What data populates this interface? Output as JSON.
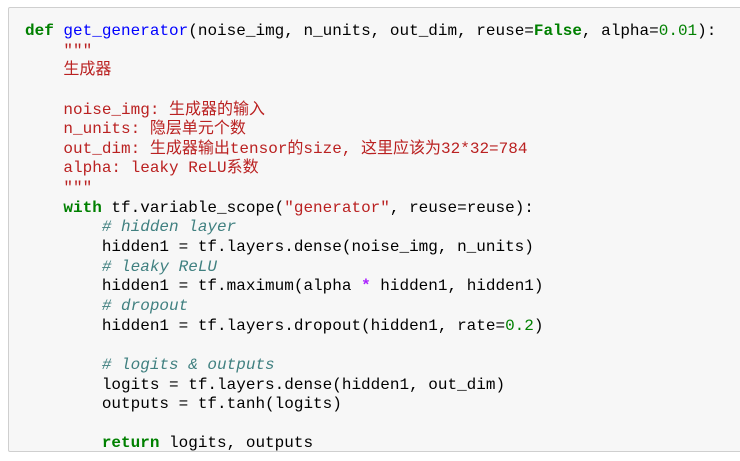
{
  "code_cell": {
    "lines": [
      [
        [
          "def",
          "kw"
        ],
        [
          " ",
          ""
        ],
        [
          "get_generator",
          "fn"
        ],
        [
          "(noise_img, n_units, out_dim, reuse=",
          ""
        ],
        [
          "False",
          "kw"
        ],
        [
          ", alpha=",
          ""
        ],
        [
          "0.01",
          "nm"
        ],
        [
          "):",
          ""
        ]
      ],
      [
        [
          "    ",
          ""
        ],
        [
          "\"\"\"",
          "st"
        ]
      ],
      [
        [
          "    ",
          ""
        ],
        [
          "生成器",
          "st"
        ]
      ],
      [
        [
          "",
          ""
        ]
      ],
      [
        [
          "    ",
          ""
        ],
        [
          "noise_img: 生成器的输入",
          "st"
        ]
      ],
      [
        [
          "    ",
          ""
        ],
        [
          "n_units: 隐层单元个数",
          "st"
        ]
      ],
      [
        [
          "    ",
          ""
        ],
        [
          "out_dim: 生成器输出tensor的size, 这里应该为32*32=784",
          "st"
        ]
      ],
      [
        [
          "    ",
          ""
        ],
        [
          "alpha: leaky ReLU系数",
          "st"
        ]
      ],
      [
        [
          "    ",
          ""
        ],
        [
          "\"\"\"",
          "st"
        ]
      ],
      [
        [
          "    ",
          ""
        ],
        [
          "with",
          "kw"
        ],
        [
          " tf.variable_scope(",
          ""
        ],
        [
          "\"generator\"",
          "st"
        ],
        [
          ", reuse=reuse):",
          ""
        ]
      ],
      [
        [
          "        ",
          ""
        ],
        [
          "# hidden layer",
          "cm"
        ]
      ],
      [
        [
          "        hidden1 = tf.layers.dense(noise_img, n_units)",
          ""
        ]
      ],
      [
        [
          "        ",
          ""
        ],
        [
          "# leaky ReLU",
          "cm"
        ]
      ],
      [
        [
          "        hidden1 = tf.maximum(alpha ",
          ""
        ],
        [
          "*",
          "op"
        ],
        [
          " hidden1, hidden1)",
          ""
        ]
      ],
      [
        [
          "        ",
          ""
        ],
        [
          "# dropout",
          "cm"
        ]
      ],
      [
        [
          "        hidden1 = tf.layers.dropout(hidden1, rate=",
          ""
        ],
        [
          "0.2",
          "nm"
        ],
        [
          ")",
          ""
        ]
      ],
      [
        [
          "",
          ""
        ]
      ],
      [
        [
          "        ",
          ""
        ],
        [
          "# logits & outputs",
          "cm"
        ]
      ],
      [
        [
          "        logits = tf.layers.dense(hidden1, out_dim)",
          ""
        ]
      ],
      [
        [
          "        outputs = tf.tanh(logits)",
          ""
        ]
      ],
      [
        [
          "",
          ""
        ]
      ],
      [
        [
          "        ",
          ""
        ],
        [
          "return",
          "kw"
        ],
        [
          " logits, outputs",
          ""
        ]
      ]
    ]
  }
}
